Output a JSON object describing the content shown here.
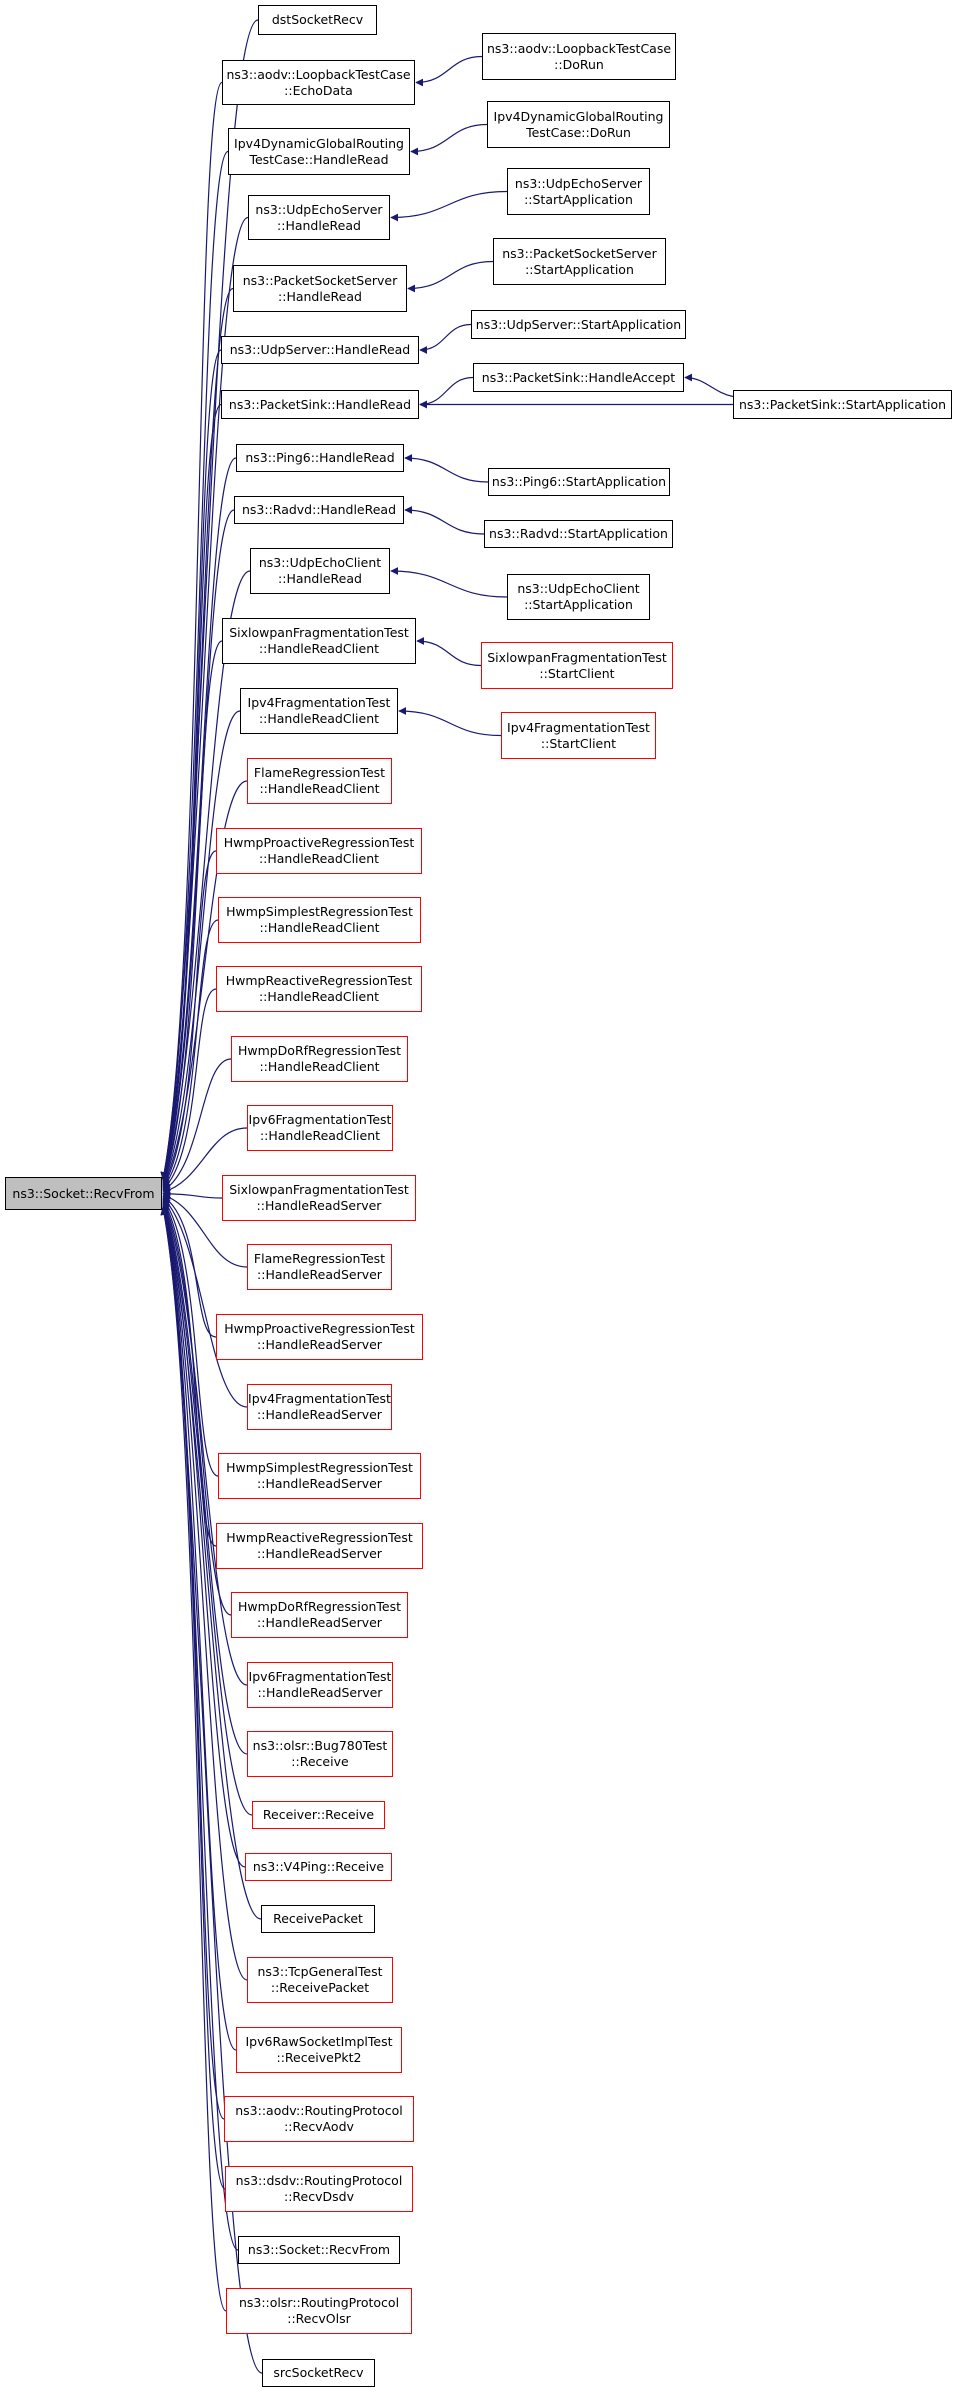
{
  "colors": {
    "edge": "#191970",
    "documented_border": "#000000",
    "undocumented_border": "#ff0000",
    "root_fill": "#bfbfbf"
  },
  "root": {
    "id": "root",
    "lines": [
      "ns3::Socket::RecvFrom"
    ]
  },
  "nodes": [
    {
      "id": "n0",
      "lines": [
        "dstSocketRecv"
      ],
      "red": false
    },
    {
      "id": "n1",
      "lines": [
        "ns3::aodv::LoopbackTestCase",
        "::EchoData"
      ],
      "red": false
    },
    {
      "id": "n1a",
      "lines": [
        "ns3::aodv::LoopbackTestCase",
        "::DoRun"
      ],
      "red": false
    },
    {
      "id": "n2",
      "lines": [
        "Ipv4DynamicGlobalRouting",
        "TestCase::HandleRead"
      ],
      "red": false
    },
    {
      "id": "n2a",
      "lines": [
        "Ipv4DynamicGlobalRouting",
        "TestCase::DoRun"
      ],
      "red": false
    },
    {
      "id": "n3",
      "lines": [
        "ns3::UdpEchoServer",
        "::HandleRead"
      ],
      "red": false
    },
    {
      "id": "n3a",
      "lines": [
        "ns3::UdpEchoServer",
        "::StartApplication"
      ],
      "red": false
    },
    {
      "id": "n4",
      "lines": [
        "ns3::PacketSocketServer",
        "::HandleRead"
      ],
      "red": false
    },
    {
      "id": "n4a",
      "lines": [
        "ns3::PacketSocketServer",
        "::StartApplication"
      ],
      "red": false
    },
    {
      "id": "n5",
      "lines": [
        "ns3::UdpServer::HandleRead"
      ],
      "red": false
    },
    {
      "id": "n5a",
      "lines": [
        "ns3::UdpServer::StartApplication"
      ],
      "red": false
    },
    {
      "id": "n6",
      "lines": [
        "ns3::PacketSink::HandleRead"
      ],
      "red": false
    },
    {
      "id": "n6a",
      "lines": [
        "ns3::PacketSink::HandleAccept"
      ],
      "red": false
    },
    {
      "id": "n6b",
      "lines": [
        "ns3::PacketSink::StartApplication"
      ],
      "red": false
    },
    {
      "id": "n7",
      "lines": [
        "ns3::Ping6::HandleRead"
      ],
      "red": false
    },
    {
      "id": "n7a",
      "lines": [
        "ns3::Ping6::StartApplication"
      ],
      "red": false
    },
    {
      "id": "n8",
      "lines": [
        "ns3::Radvd::HandleRead"
      ],
      "red": false
    },
    {
      "id": "n8a",
      "lines": [
        "ns3::Radvd::StartApplication"
      ],
      "red": false
    },
    {
      "id": "n9",
      "lines": [
        "ns3::UdpEchoClient",
        "::HandleRead"
      ],
      "red": false
    },
    {
      "id": "n9a",
      "lines": [
        "ns3::UdpEchoClient",
        "::StartApplication"
      ],
      "red": false
    },
    {
      "id": "n10",
      "lines": [
        "SixlowpanFragmentationTest",
        "::HandleReadClient"
      ],
      "red": false
    },
    {
      "id": "n10a",
      "lines": [
        "SixlowpanFragmentationTest",
        "::StartClient"
      ],
      "red": true
    },
    {
      "id": "n11",
      "lines": [
        "Ipv4FragmentationTest",
        "::HandleReadClient"
      ],
      "red": false
    },
    {
      "id": "n11a",
      "lines": [
        "Ipv4FragmentationTest",
        "::StartClient"
      ],
      "red": true
    },
    {
      "id": "n12",
      "lines": [
        "FlameRegressionTest",
        "::HandleReadClient"
      ],
      "red": true
    },
    {
      "id": "n13",
      "lines": [
        "HwmpProactiveRegressionTest",
        "::HandleReadClient"
      ],
      "red": true
    },
    {
      "id": "n14",
      "lines": [
        "HwmpSimplestRegressionTest",
        "::HandleReadClient"
      ],
      "red": true
    },
    {
      "id": "n15",
      "lines": [
        "HwmpReactiveRegressionTest",
        "::HandleReadClient"
      ],
      "red": true
    },
    {
      "id": "n16",
      "lines": [
        "HwmpDoRfRegressionTest",
        "::HandleReadClient"
      ],
      "red": true
    },
    {
      "id": "n17",
      "lines": [
        "Ipv6FragmentationTest",
        "::HandleReadClient"
      ],
      "red": true
    },
    {
      "id": "n18",
      "lines": [
        "SixlowpanFragmentationTest",
        "::HandleReadServer"
      ],
      "red": true
    },
    {
      "id": "n19",
      "lines": [
        "FlameRegressionTest",
        "::HandleReadServer"
      ],
      "red": true
    },
    {
      "id": "n20",
      "lines": [
        "HwmpProactiveRegressionTest",
        "::HandleReadServer"
      ],
      "red": true
    },
    {
      "id": "n21",
      "lines": [
        "Ipv4FragmentationTest",
        "::HandleReadServer"
      ],
      "red": true
    },
    {
      "id": "n22",
      "lines": [
        "HwmpSimplestRegressionTest",
        "::HandleReadServer"
      ],
      "red": true
    },
    {
      "id": "n23",
      "lines": [
        "HwmpReactiveRegressionTest",
        "::HandleReadServer"
      ],
      "red": true
    },
    {
      "id": "n24",
      "lines": [
        "HwmpDoRfRegressionTest",
        "::HandleReadServer"
      ],
      "red": true
    },
    {
      "id": "n25",
      "lines": [
        "Ipv6FragmentationTest",
        "::HandleReadServer"
      ],
      "red": true
    },
    {
      "id": "n26",
      "lines": [
        "ns3::olsr::Bug780Test",
        "::Receive"
      ],
      "red": true
    },
    {
      "id": "n27",
      "lines": [
        "Receiver::Receive"
      ],
      "red": true
    },
    {
      "id": "n28",
      "lines": [
        "ns3::V4Ping::Receive"
      ],
      "red": true
    },
    {
      "id": "n29",
      "lines": [
        "ReceivePacket"
      ],
      "red": false
    },
    {
      "id": "n30",
      "lines": [
        "ns3::TcpGeneralTest",
        "::ReceivePacket"
      ],
      "red": true
    },
    {
      "id": "n31",
      "lines": [
        "Ipv6RawSocketImplTest",
        "::ReceivePkt2"
      ],
      "red": true
    },
    {
      "id": "n32",
      "lines": [
        "ns3::aodv::RoutingProtocol",
        "::RecvAodv"
      ],
      "red": true
    },
    {
      "id": "n33",
      "lines": [
        "ns3::dsdv::RoutingProtocol",
        "::RecvDsdv"
      ],
      "red": true
    },
    {
      "id": "n34",
      "lines": [
        "ns3::Socket::RecvFrom"
      ],
      "red": false
    },
    {
      "id": "n35",
      "lines": [
        "ns3::olsr::RoutingProtocol",
        "::RecvOlsr"
      ],
      "red": true
    },
    {
      "id": "n36",
      "lines": [
        "srcSocketRecv"
      ],
      "red": false
    }
  ],
  "edges": [
    [
      "n0",
      "root"
    ],
    [
      "n1",
      "root"
    ],
    [
      "n2",
      "root"
    ],
    [
      "n3",
      "root"
    ],
    [
      "n4",
      "root"
    ],
    [
      "n5",
      "root"
    ],
    [
      "n6",
      "root"
    ],
    [
      "n7",
      "root"
    ],
    [
      "n8",
      "root"
    ],
    [
      "n9",
      "root"
    ],
    [
      "n10",
      "root"
    ],
    [
      "n11",
      "root"
    ],
    [
      "n12",
      "root"
    ],
    [
      "n13",
      "root"
    ],
    [
      "n14",
      "root"
    ],
    [
      "n15",
      "root"
    ],
    [
      "n16",
      "root"
    ],
    [
      "n17",
      "root"
    ],
    [
      "n18",
      "root"
    ],
    [
      "n19",
      "root"
    ],
    [
      "n20",
      "root"
    ],
    [
      "n21",
      "root"
    ],
    [
      "n22",
      "root"
    ],
    [
      "n23",
      "root"
    ],
    [
      "n24",
      "root"
    ],
    [
      "n25",
      "root"
    ],
    [
      "n26",
      "root"
    ],
    [
      "n27",
      "root"
    ],
    [
      "n28",
      "root"
    ],
    [
      "n29",
      "root"
    ],
    [
      "n30",
      "root"
    ],
    [
      "n31",
      "root"
    ],
    [
      "n32",
      "root"
    ],
    [
      "n33",
      "root"
    ],
    [
      "n34",
      "root"
    ],
    [
      "n35",
      "root"
    ],
    [
      "n36",
      "root"
    ],
    [
      "n1a",
      "n1"
    ],
    [
      "n2a",
      "n2"
    ],
    [
      "n3a",
      "n3"
    ],
    [
      "n4a",
      "n4"
    ],
    [
      "n5a",
      "n5"
    ],
    [
      "n6a",
      "n6"
    ],
    [
      "n6b",
      "n6a"
    ],
    [
      "n6b",
      "n6"
    ],
    [
      "n7a",
      "n7"
    ],
    [
      "n8a",
      "n8"
    ],
    [
      "n9a",
      "n9"
    ],
    [
      "n10a",
      "n10"
    ],
    [
      "n11a",
      "n11"
    ]
  ]
}
